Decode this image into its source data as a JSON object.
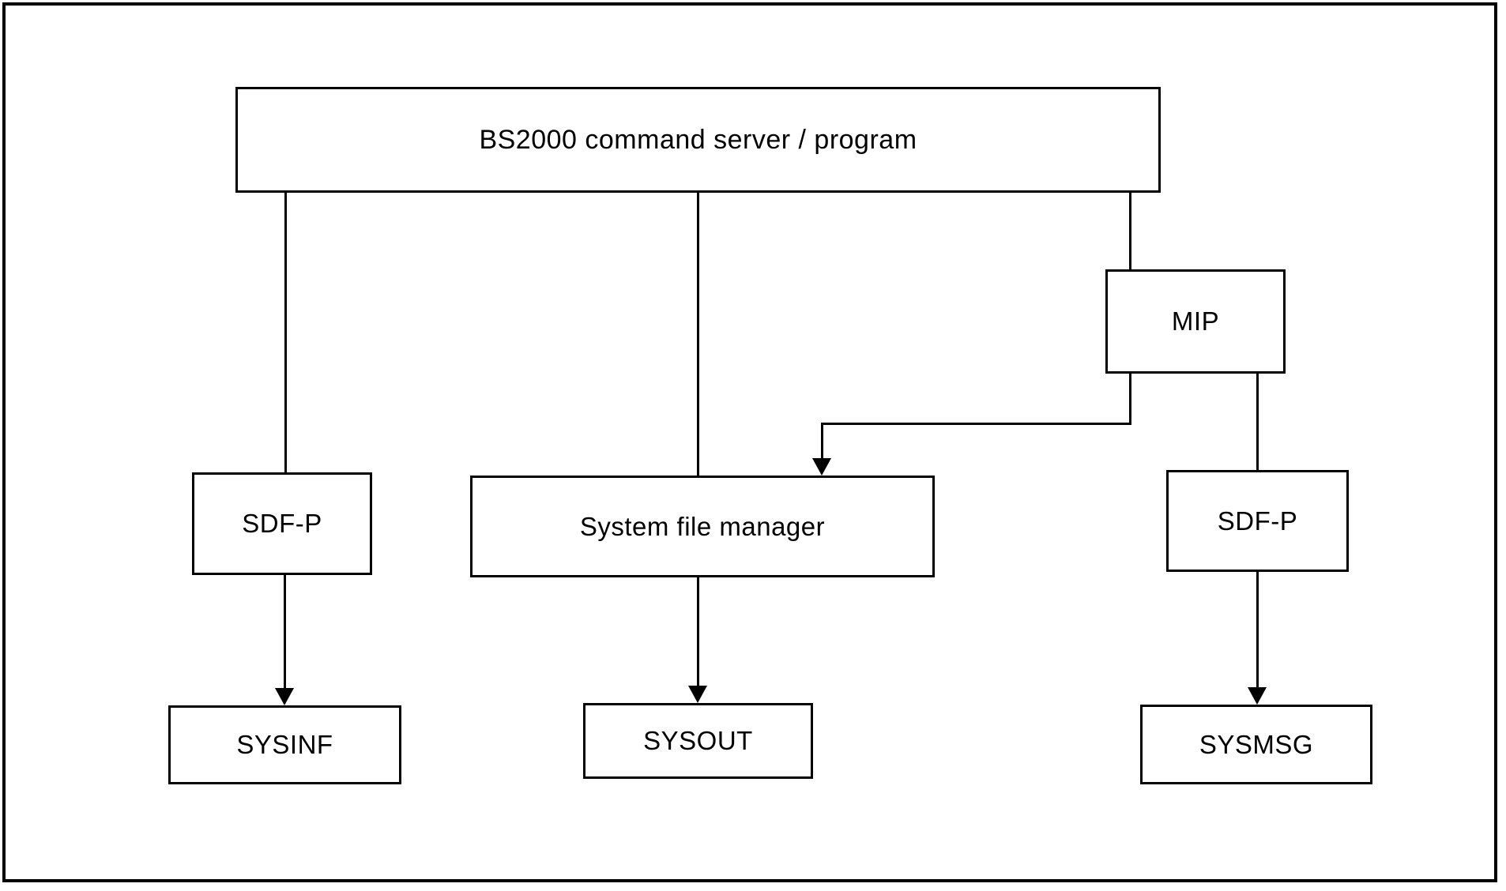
{
  "diagram": {
    "description": "Block diagram of BS2000 output flow: command server/program feeding SDF-P, System file manager and MIP, which write to system files",
    "nodes": {
      "command_server": {
        "label": "BS2000 command server / program"
      },
      "mip": {
        "label": "MIP"
      },
      "sdfp_left": {
        "label": "SDF-P"
      },
      "system_file_manager": {
        "label": "System file manager"
      },
      "sdfp_right": {
        "label": "SDF-P"
      },
      "sysinf": {
        "label": "SYSINF"
      },
      "sysout": {
        "label": "SYSOUT"
      },
      "sysmsg": {
        "label": "SYSMSG"
      }
    },
    "edges": [
      {
        "from": "command_server",
        "to": "sdfp_left",
        "arrow": false
      },
      {
        "from": "command_server",
        "to": "system_file_manager",
        "arrow": false
      },
      {
        "from": "command_server",
        "to": "mip",
        "arrow": false
      },
      {
        "from": "mip",
        "to": "system_file_manager",
        "arrow": true,
        "style": "elbow"
      },
      {
        "from": "mip",
        "to": "sdfp_right",
        "arrow": false
      },
      {
        "from": "sdfp_left",
        "to": "sysinf",
        "arrow": true
      },
      {
        "from": "system_file_manager",
        "to": "sysout",
        "arrow": true
      },
      {
        "from": "sdfp_right",
        "to": "sysmsg",
        "arrow": true
      }
    ],
    "colors": {
      "line": "#000000",
      "text": "#000000",
      "background": "#ffffff"
    }
  }
}
